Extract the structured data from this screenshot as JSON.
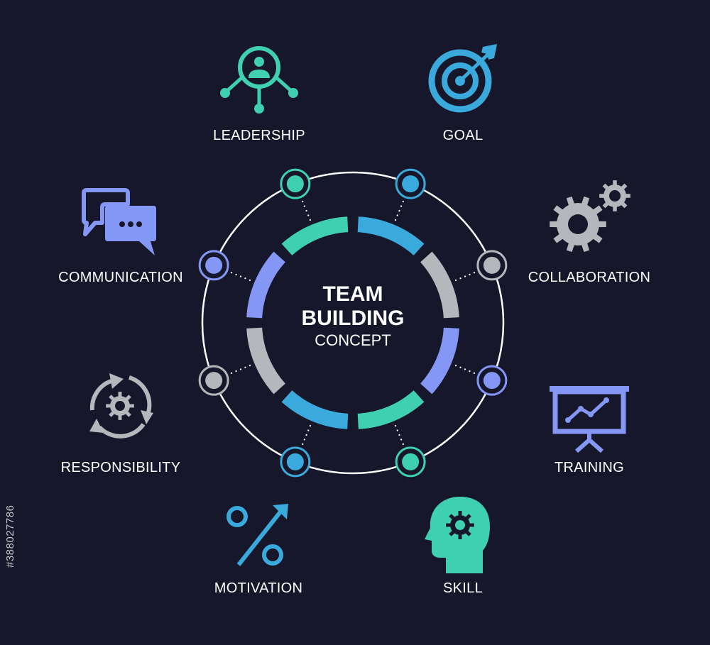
{
  "center": {
    "line1": "TEAM",
    "line2": "BUILDING",
    "line3": "CONCEPT"
  },
  "items": [
    {
      "label": "LEADERSHIP",
      "icon": "leadership-network-icon",
      "color": "#3fd0b0"
    },
    {
      "label": "GOAL",
      "icon": "target-arrow-icon",
      "color": "#3aa9dc"
    },
    {
      "label": "COLLABORATION",
      "icon": "gears-icon",
      "color": "#b5b7bc"
    },
    {
      "label": "TRAINING",
      "icon": "presentation-chart-icon",
      "color": "#8597f5"
    },
    {
      "label": "SKILL",
      "icon": "head-gear-icon",
      "color": "#3fd0b0"
    },
    {
      "label": "MOTIVATION",
      "icon": "percent-arrow-icon",
      "color": "#3aa9dc"
    },
    {
      "label": "RESPONSIBILITY",
      "icon": "cycle-gear-icon",
      "color": "#b5b7bc"
    },
    {
      "label": "COMMUNICATION",
      "icon": "chat-bubbles-icon",
      "color": "#8597f5"
    }
  ],
  "colors": {
    "background": "#16172a",
    "teal": "#3fd0b0",
    "blue": "#3aa9dc",
    "gray": "#b5b7bc",
    "periwinkle": "#8597f5"
  },
  "watermark": "#388027786"
}
